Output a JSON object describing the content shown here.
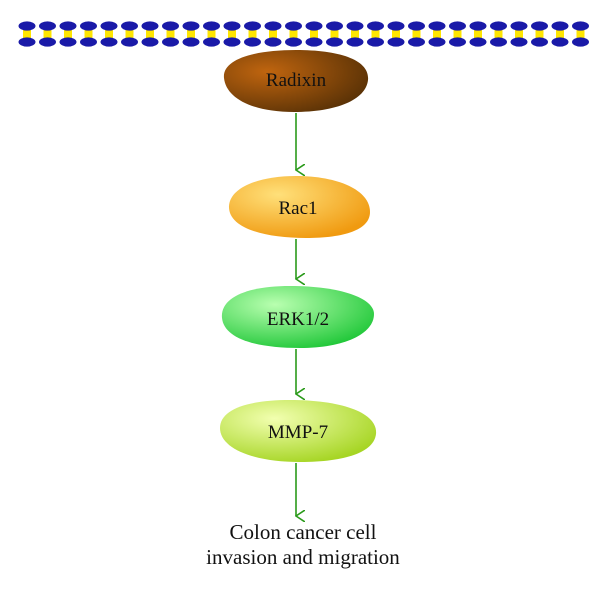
{
  "nodes": [
    {
      "id": "radixin",
      "label": "Radixin",
      "color_light": "#c0650f",
      "color_dark": "#5a3206"
    },
    {
      "id": "rac1",
      "label": "Rac1",
      "color_light": "#ffe07a",
      "color_dark": "#f09a10"
    },
    {
      "id": "erk",
      "label": "ERK1/2",
      "color_light": "#b9ffb0",
      "color_dark": "#22c83a"
    },
    {
      "id": "mmp7",
      "label": "MMP-7",
      "color_light": "#f2ffb0",
      "color_dark": "#a6d524"
    }
  ],
  "outcome": {
    "line1": "Colon cancer cell",
    "line2": "invasion and migration"
  },
  "colors": {
    "membrane_head": "#1a1aa8",
    "membrane_tail": "#ffe600",
    "arrow": "#2a9a1a"
  }
}
